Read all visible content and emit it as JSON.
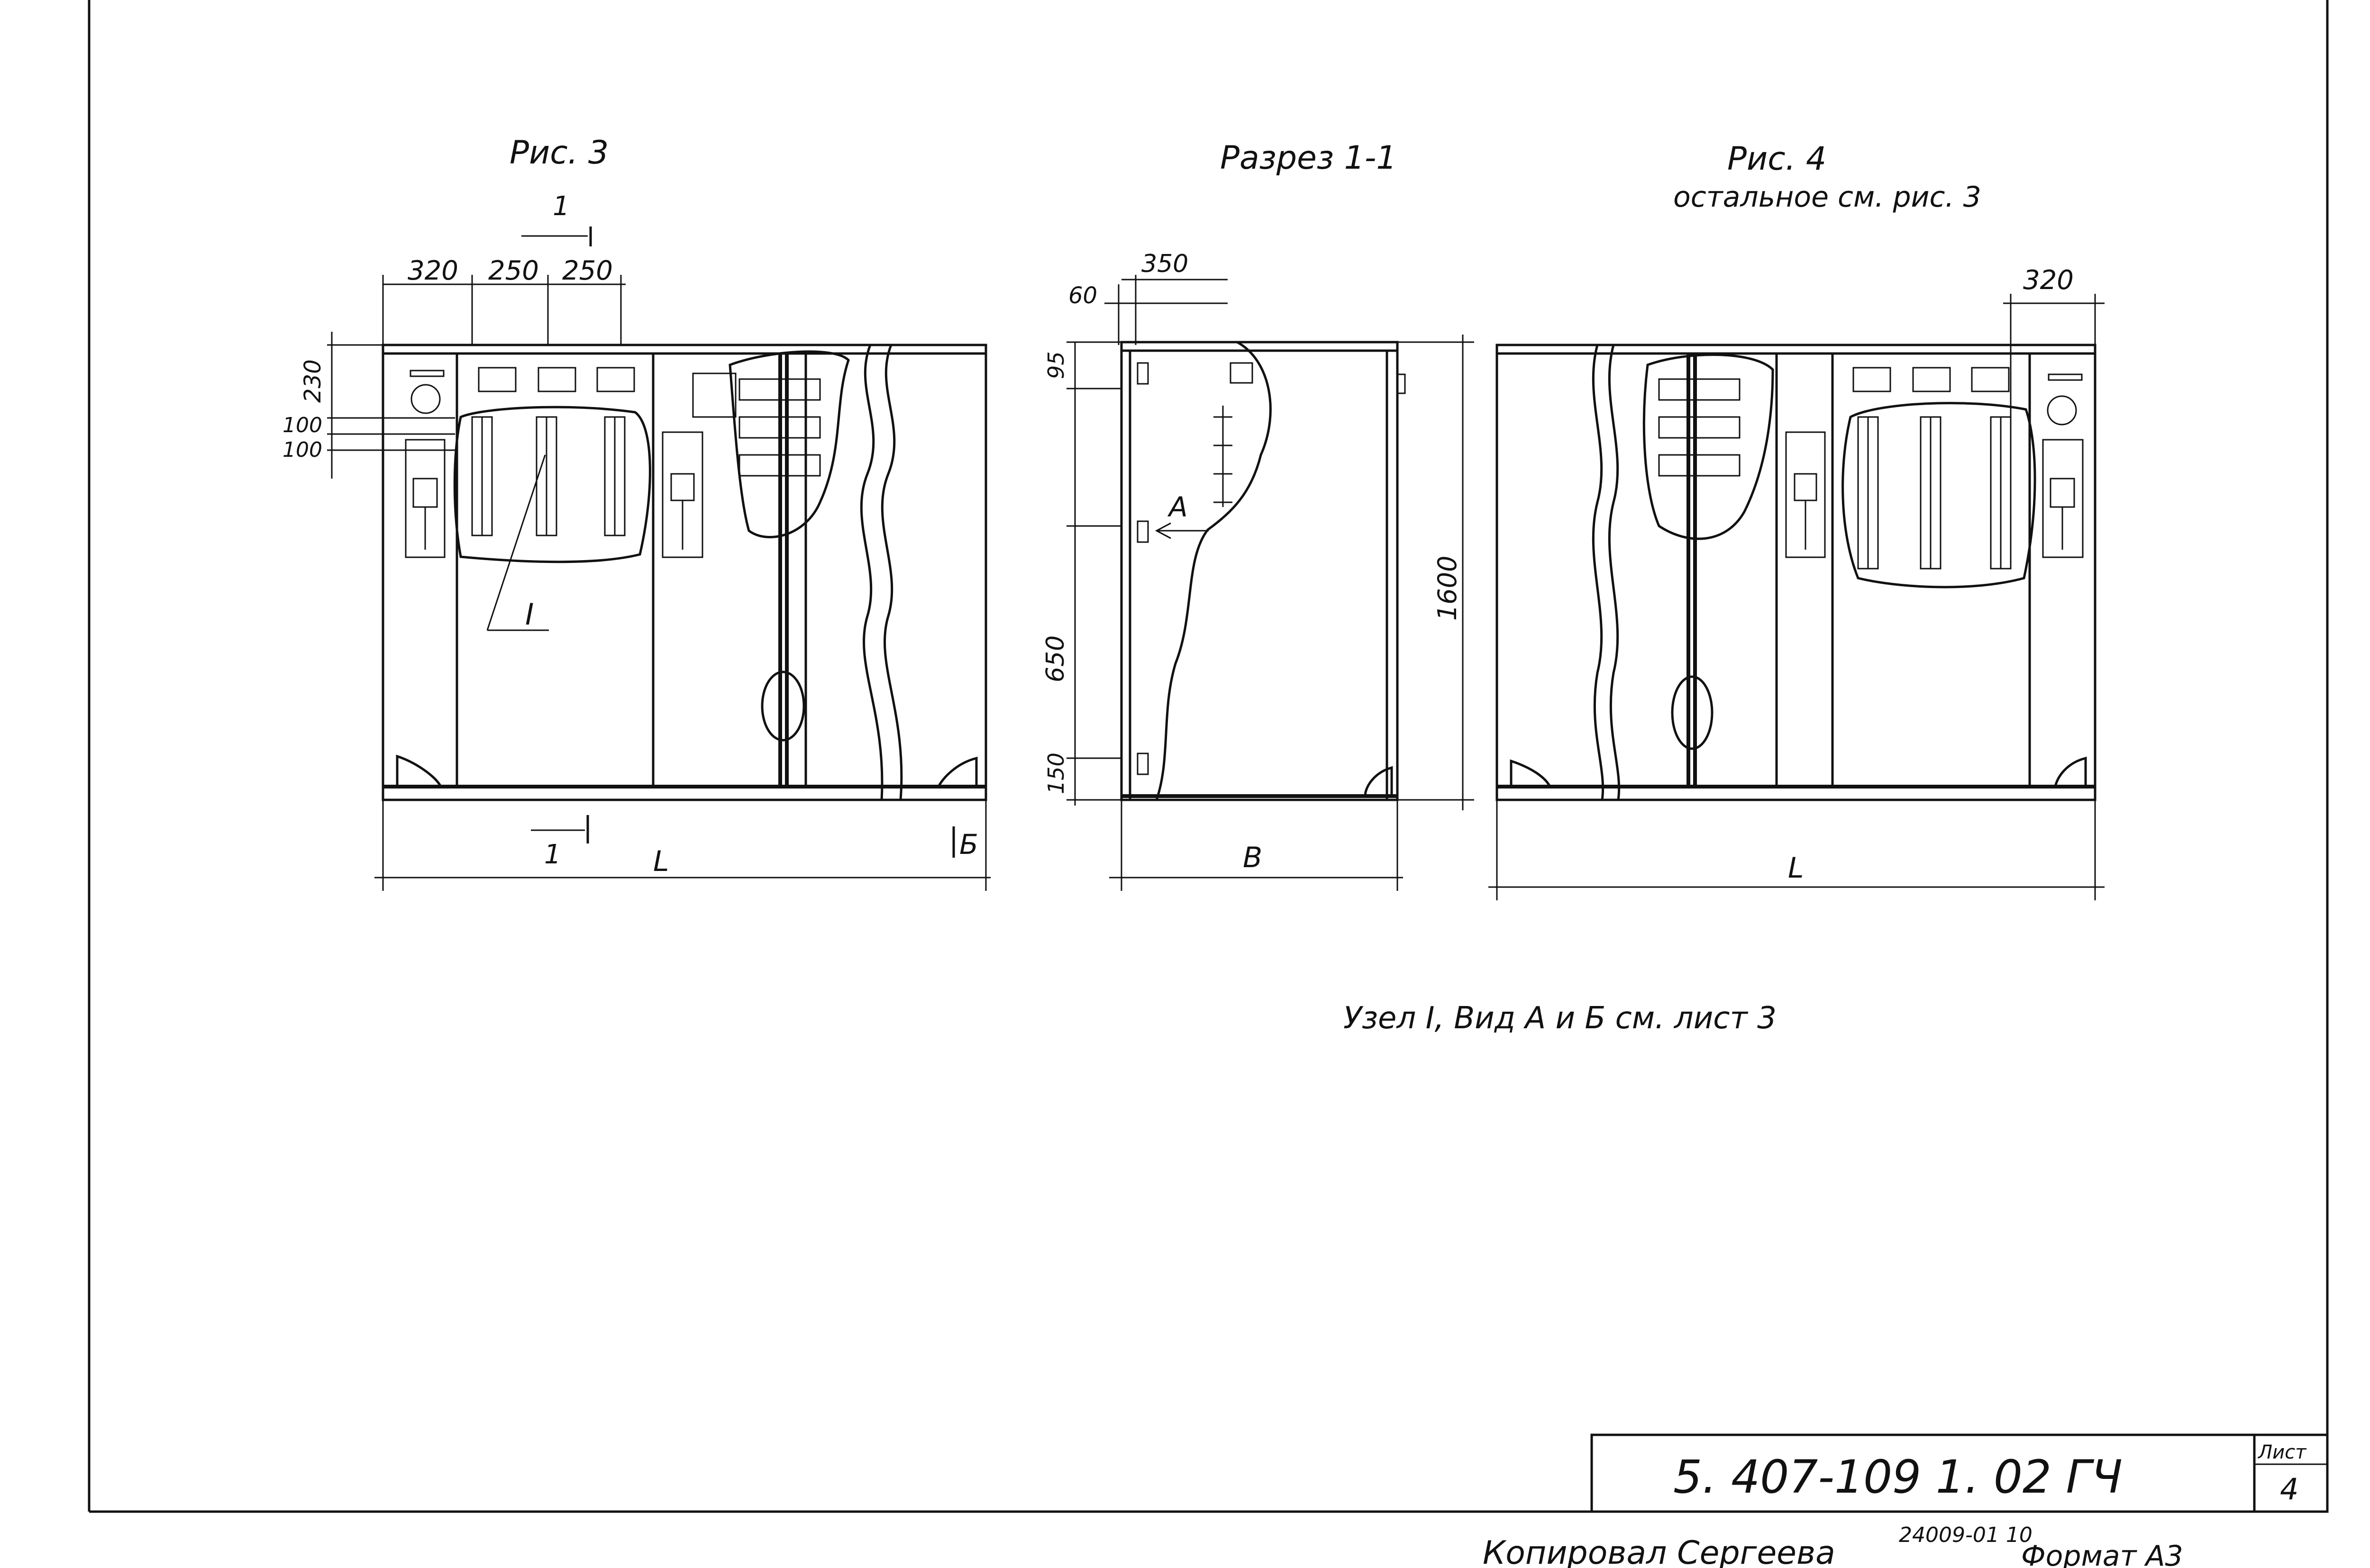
{
  "figures": {
    "fig3": {
      "title": "Рис. 3",
      "section_mark": "1",
      "dims_top": [
        "320",
        "250",
        "250"
      ],
      "dims_left": [
        "230",
        "100",
        "100"
      ],
      "detail_label": "I",
      "bottom_label": "L",
      "view_mark": "Б"
    },
    "section": {
      "title": "Разрез 1-1",
      "dims_top": [
        "60",
        "350"
      ],
      "dims_left": [
        "95",
        "650",
        "150"
      ],
      "dim_right": "1600",
      "view_label": "А",
      "bottom_label": "В"
    },
    "fig4": {
      "title": "Рис. 4",
      "subtitle": "остальное см. рис. 3",
      "dim_top": "320",
      "bottom_label": "L"
    }
  },
  "note": "Узел I, Вид А и Б см. лист 3",
  "title_block": {
    "doc_number": "5. 407-109 1. 02 ГЧ",
    "sheet_label": "Лист",
    "sheet_number": "4"
  },
  "footer": {
    "copied_by": "Копировал Сергеева",
    "order_number": "24009-01 10",
    "format": "Формат А3"
  }
}
